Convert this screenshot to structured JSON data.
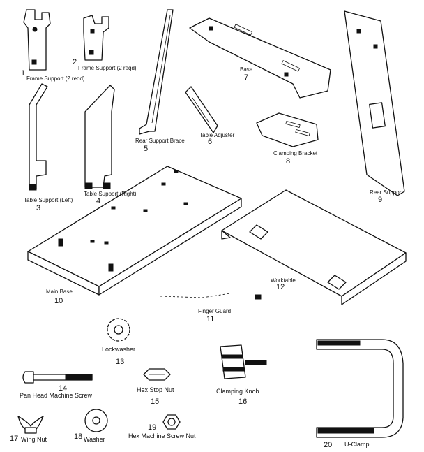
{
  "parts": [
    {
      "number": "1",
      "caption": "Frame Support (2 reqd)"
    },
    {
      "number": "2",
      "caption": "Frame Support (2 reqd)"
    },
    {
      "number": "3",
      "caption": "Table Support (Left)"
    },
    {
      "number": "4",
      "caption": "Table Support (Right)"
    },
    {
      "number": "5",
      "caption": "Rear Support Brace"
    },
    {
      "number": "6",
      "caption": "Table Adjuster"
    },
    {
      "number": "7",
      "caption": "Base"
    },
    {
      "number": "8",
      "caption": "Clamping Bracket"
    },
    {
      "number": "9",
      "caption": "Rear Support"
    },
    {
      "number": "10",
      "caption": "Main Base"
    },
    {
      "number": "11",
      "caption": "Finger Guard"
    },
    {
      "number": "12",
      "caption": "Worktable"
    },
    {
      "number": "13",
      "caption": "Lockwasher"
    },
    {
      "number": "14",
      "caption": "Pan Head Machine Screw"
    },
    {
      "number": "15",
      "caption": "Hex Stop Nut"
    },
    {
      "number": "16",
      "caption": "Clamping Knob"
    },
    {
      "number": "17",
      "caption": "Wing Nut"
    },
    {
      "number": "18",
      "caption": "Washer"
    },
    {
      "number": "19",
      "caption": "Hex Machine Screw Nut"
    },
    {
      "number": "20",
      "caption": "U-Clamp"
    }
  ]
}
